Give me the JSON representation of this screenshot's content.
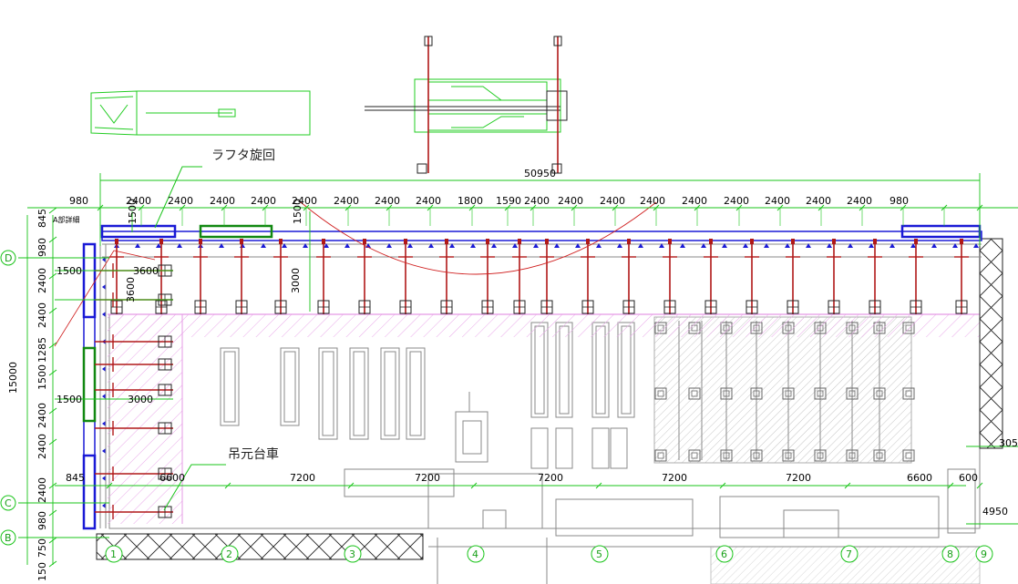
{
  "labels": {
    "rafter": "ラフタ旋回",
    "trolley": "吊元台車",
    "detail": "A部詳細",
    "overall_dim": "50950"
  },
  "top_dims": [
    "980",
    "2400",
    "2400",
    "2400",
    "2400",
    "2400",
    "2400",
    "2400",
    "2400",
    "1800",
    "1590",
    "2400",
    "2400",
    "2400",
    "2400",
    "2400",
    "2400",
    "2400",
    "2400",
    "2400",
    "980"
  ],
  "left_dims": [
    "845",
    "980",
    "2400",
    "2400",
    "1285",
    "1500",
    "2400",
    "2400",
    "2400",
    "980",
    "750",
    "150"
  ],
  "left_total": "15000",
  "inner_dims": {
    "d1500a": "1500",
    "d1500b": "1500",
    "d3600a": "3600",
    "d3600b": "3600",
    "d3000a": "3000",
    "d3000b": "3000",
    "d1500c": "1500",
    "d1500d": "1500"
  },
  "bottom_dims": [
    "845",
    "6600",
    "7200",
    "7200",
    "7200",
    "7200",
    "7200",
    "6600",
    "600"
  ],
  "right_dims": [
    "305",
    "4950"
  ],
  "axes_vertical": [
    "D",
    "C",
    "B"
  ],
  "axes_horizontal": [
    "1",
    "2",
    "3",
    "4",
    "5",
    "6",
    "7",
    "8",
    "9"
  ],
  "colors": {
    "dim_green": "#19c419",
    "steel_red": "#b01818",
    "rail_blue": "#1a1ad6",
    "hatch_magenta": "#e59ae5",
    "existing_gray": "#8a8a8a",
    "crane_green": "#22cc22"
  }
}
